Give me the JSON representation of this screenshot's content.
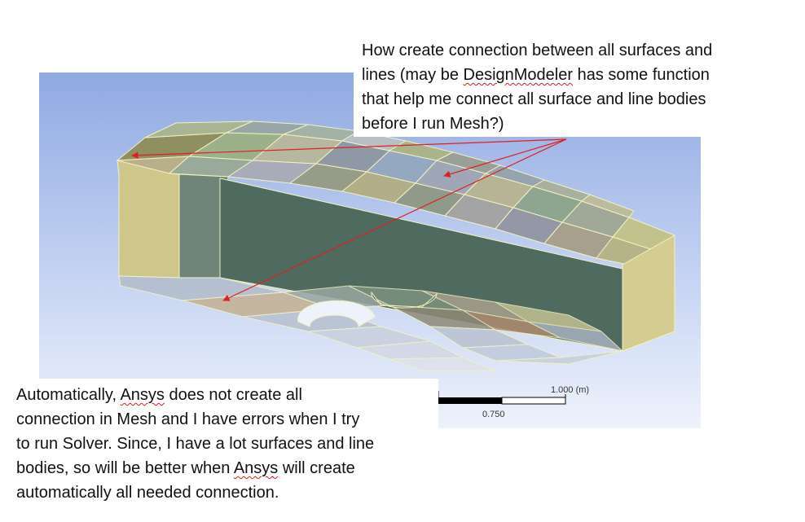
{
  "viewport": {
    "title": "DesignModeler geometry view"
  },
  "annotations": {
    "top": {
      "line1": "How create connection between all surfaces and",
      "line2_pre": "lines (may be ",
      "line2_term": "DesignModeler",
      "line2_post": " has some function",
      "line3": "that help me connect all surface and line bodies",
      "line4": "before I run Mesh?)"
    },
    "bottom": {
      "line1_pre": "Automatically, ",
      "line1_term": "Ansys",
      "line1_post": " does not create all",
      "line2": "connection in Mesh  and I have errors when I try",
      "line3": "to run Solver. Since, I have a lot surfaces and line",
      "line4_pre": "bodies, so will be better when ",
      "line4_term": "Ansys",
      "line4_post": " will create",
      "line5": "automatically all needed connection."
    }
  },
  "scale_bar": {
    "label_end": "1.000 (m)",
    "label_mid": "0.750"
  },
  "colors": {
    "arrow": "#e02020",
    "background_top": "#8fa9e2",
    "background_bottom": "#eef2fb"
  }
}
